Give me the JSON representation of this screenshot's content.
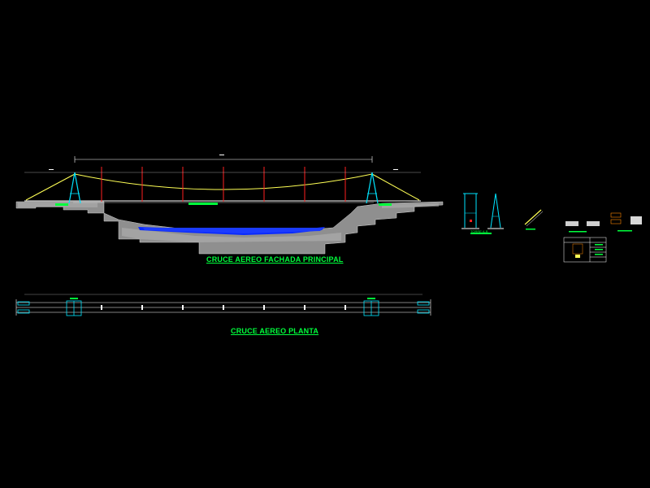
{
  "drawing": {
    "elevation_title": "CRUCE AEREO FACHADA PRINCIPAL",
    "plan_title": "CRUCE AEREO PLANTA",
    "tower_detail_title": "TORRE A-B"
  },
  "colors": {
    "background": "#000000",
    "cable": "#ffff55",
    "hangers": "#ff2020",
    "towers": "#00e5ff",
    "deck": "#ffffff",
    "terrain": "#9a9a9a",
    "water": "#0a2aff",
    "titles": "#00ff3c",
    "dimensions": "#ffffff"
  },
  "bridge": {
    "hanger_count": 7,
    "plan_markers": 9
  }
}
